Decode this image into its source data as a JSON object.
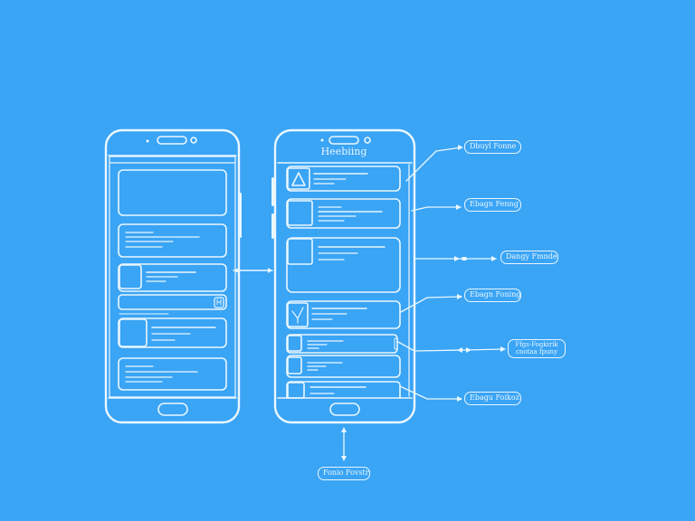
{
  "diagram": {
    "type": "mobile app wireframe flow",
    "background_color": "#3aa4f5",
    "stroke_color": "#eaf7ff",
    "left_phone": {
      "cards": [
        "hero-image-card",
        "text-card",
        "thumbnail-card",
        "search-bar",
        "thumbnail-card",
        "text-card"
      ],
      "search_icon": "scan-icon"
    },
    "right_phone": {
      "title": "Heebiing",
      "rows": [
        "triangle-thumbnail-row",
        "thumbnail-row",
        "large-thumbnail-card",
        "checkmark-thumbnail-row",
        "small-row",
        "small-row",
        "small-row"
      ]
    },
    "connector": "left-to-right-arrow",
    "annotations": [
      {
        "id": "a1",
        "text": "Dbuyl Fonne"
      },
      {
        "id": "a2",
        "text": "Ebagn Fenng"
      },
      {
        "id": "a3",
        "text": "Dangy Fmnde"
      },
      {
        "id": "a4",
        "text": "Ebagn Foning"
      },
      {
        "id": "a5",
        "text": "Ffgs-Fogkirik\ncnotaa fpuny"
      },
      {
        "id": "a6",
        "text": "Ebagu Foikoz"
      },
      {
        "id": "a7",
        "text": "Fonio Fovstr"
      }
    ]
  }
}
